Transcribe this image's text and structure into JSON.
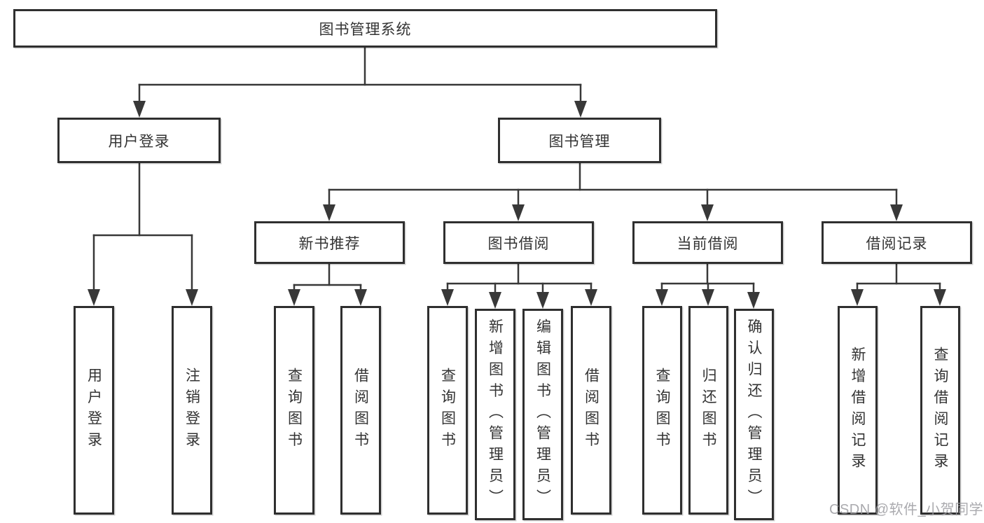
{
  "diagram_title": "图书管理系统",
  "watermark": "CSDN @软件_小贺同学",
  "colors": {
    "line": "#383838",
    "box_border": "#2f2f2f",
    "text": "#333333",
    "background": "#ffffff",
    "watermark": "#9b9ba0"
  },
  "nodes": {
    "root": "图书管理系统",
    "user_login": "用户登录",
    "book_mgmt": "图书管理",
    "new_book_rec": "新书推荐",
    "book_borrow": "图书借阅",
    "current_borrow": "当前借阅",
    "borrow_record": "借阅记录",
    "ul_user_login": "用户登录",
    "ul_logout": "注销登录",
    "nb_query_book": "查询图书",
    "nb_borrow_book": "借阅图书",
    "bb_query_book": "查询图书",
    "bb_add_book": "新增图书（管理员）",
    "bb_edit_book": "编辑图书（管理员）",
    "bb_borrow_book": "借阅图书",
    "cb_query_book": "查询图书",
    "cb_return_book": "归还图书",
    "cb_confirm_return": "确认归还（管理员）",
    "br_add_record": "新增借阅记录",
    "br_query_record": "查询借阅记录"
  }
}
